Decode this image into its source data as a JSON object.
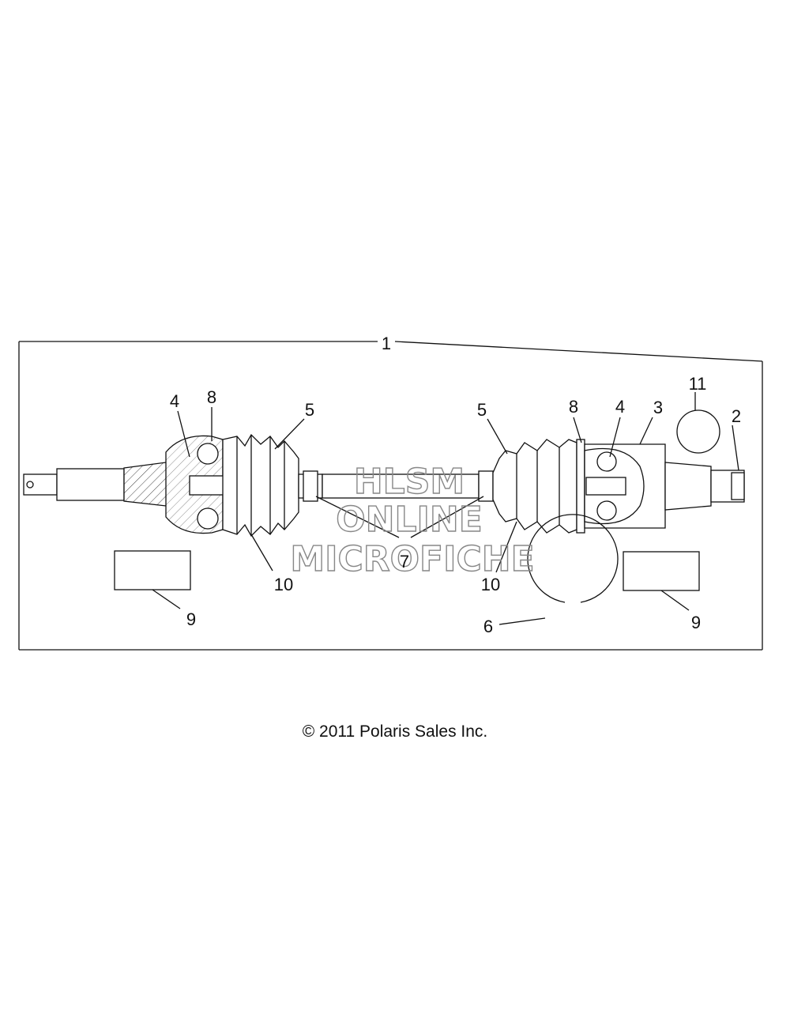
{
  "callouts": {
    "c1": "1",
    "c2": "2",
    "c3": "3",
    "c4a": "4",
    "c4b": "4",
    "c5a": "5",
    "c5b": "5",
    "c6": "6",
    "c7": "7",
    "c8a": "8",
    "c8b": "8",
    "c9a": "9",
    "c9b": "9",
    "c10a": "10",
    "c10b": "10",
    "c11": "11"
  },
  "watermark": {
    "line1": "HLSM",
    "line2": "ONLINE",
    "line3": "MICROFICHE"
  },
  "copyright": "© 2011 Polaris Sales Inc."
}
